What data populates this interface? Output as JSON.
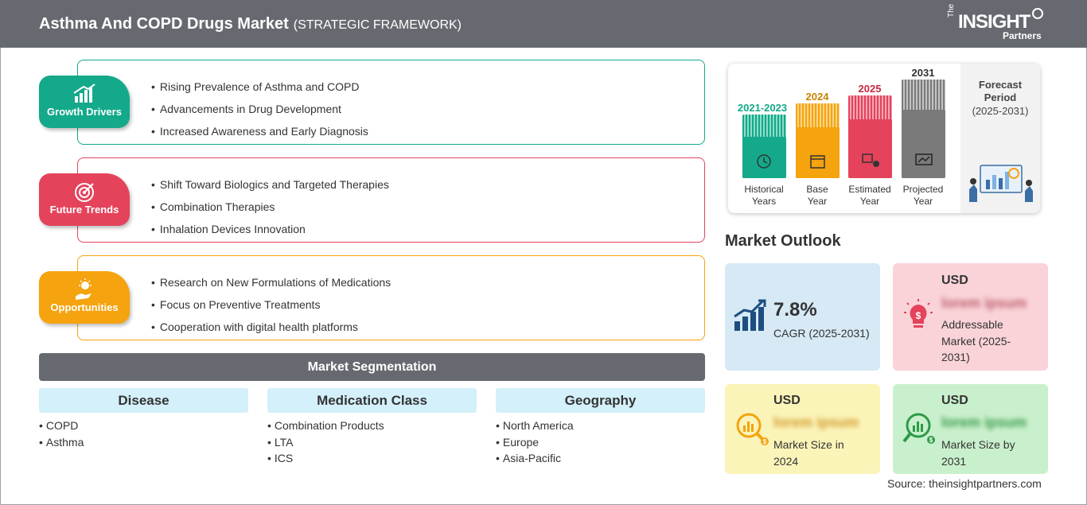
{
  "header": {
    "title": "Asthma And COPD Drugs Market",
    "subtitle": "(STRATEGIC FRAMEWORK)",
    "logo_the": "The",
    "logo_main": "INSIGHT",
    "logo_partners": "Partners"
  },
  "framework": [
    {
      "label": "Growth Drivers",
      "color": "#13a98a",
      "icon": "growth-chart-icon",
      "items": [
        "Rising Prevalence of Asthma and COPD",
        "Advancements in Drug Development",
        "Increased Awareness and Early Diagnosis"
      ]
    },
    {
      "label": "Future Trends",
      "color": "#e4435b",
      "icon": "target-icon",
      "items": [
        "Shift Toward Biologics and Targeted Therapies",
        "Combination Therapies",
        "Inhalation Devices Innovation"
      ]
    },
    {
      "label": "Opportunities",
      "color": "#f5a30e",
      "icon": "lightbulb-hand-icon",
      "items": [
        "Research on New Formulations of Medications",
        "Focus on Preventive Treatments",
        "Cooperation with digital health platforms"
      ]
    }
  ],
  "segmentation": {
    "title": "Market Segmentation",
    "columns": [
      {
        "header": "Disease",
        "items": [
          "COPD",
          "Asthma"
        ]
      },
      {
        "header": "Medication Class",
        "items": [
          "Combination Products",
          "LTA",
          "ICS"
        ]
      },
      {
        "header": "Geography",
        "items": [
          "North America",
          "Europe",
          "Asia-Pacific"
        ]
      }
    ]
  },
  "timeline": {
    "stages": [
      {
        "year": "2021-2023",
        "label_1": "Historical",
        "label_2": "Years",
        "color": "#13a98a",
        "icon": "history-clock-icon"
      },
      {
        "year": "2024",
        "label_1": "Base",
        "label_2": "Year",
        "color": "#f5a30e",
        "icon": "calendar-icon"
      },
      {
        "year": "2025",
        "label_1": "Estimated",
        "label_2": "Year",
        "color": "#e4435b",
        "icon": "estimate-icon"
      },
      {
        "year": "2031",
        "label_1": "Projected",
        "label_2": "Year",
        "color": "#7a7a7a",
        "icon": "presentation-icon"
      }
    ],
    "forecast_1": "Forecast",
    "forecast_2": "Period",
    "forecast_3": "(2025-2031)"
  },
  "outlook": {
    "title": "Market Outlook",
    "cagr": {
      "value": "7.8%",
      "label": "CAGR (2025-2031)",
      "color": "#d6e9f5"
    },
    "addressable": {
      "currency": "USD",
      "value": "lorem ipsum",
      "label": "Addressable Market (2025-2031)",
      "color": "#f9d3d8"
    },
    "size_2024": {
      "currency": "USD",
      "value": "lorem ipsum",
      "label": "Market Size in 2024",
      "color": "#fbf4b8"
    },
    "size_2031": {
      "currency": "USD",
      "value": "lorem ipsum",
      "label": "Market Size by 2031",
      "color": "#c9f0cc"
    }
  },
  "source": "Source: theinsightpartners.com"
}
